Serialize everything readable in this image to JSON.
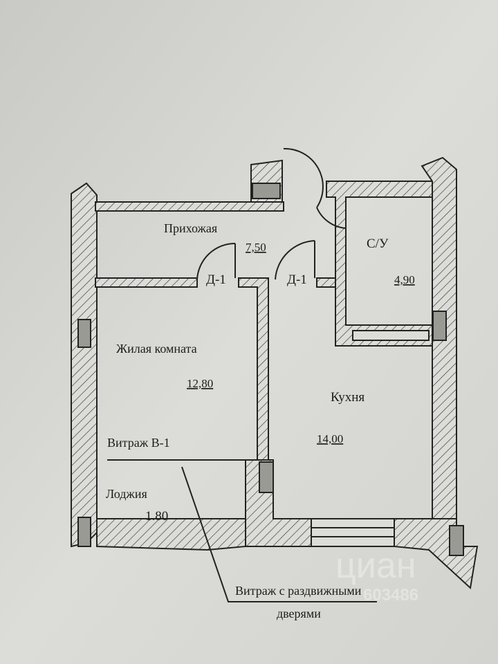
{
  "rooms": {
    "hall": {
      "name": "Прихожая",
      "area": "7,50"
    },
    "bathroom": {
      "name": "С/У",
      "area": "4,90"
    },
    "living": {
      "name": "Жилая комната",
      "area": "12,80"
    },
    "kitchen": {
      "name": "Кухня",
      "area": "14,00"
    },
    "loggia": {
      "name": "Лоджия",
      "area": "1.80"
    }
  },
  "doors": {
    "door1": "Д-1",
    "door2": "Д-1"
  },
  "labels": {
    "window_b1": "Витраж В-1",
    "sliding_window_line1": "Витраж с раздвижными",
    "sliding_window_line2": "дверями"
  },
  "watermark": {
    "brand": "циан",
    "id": "603486"
  }
}
